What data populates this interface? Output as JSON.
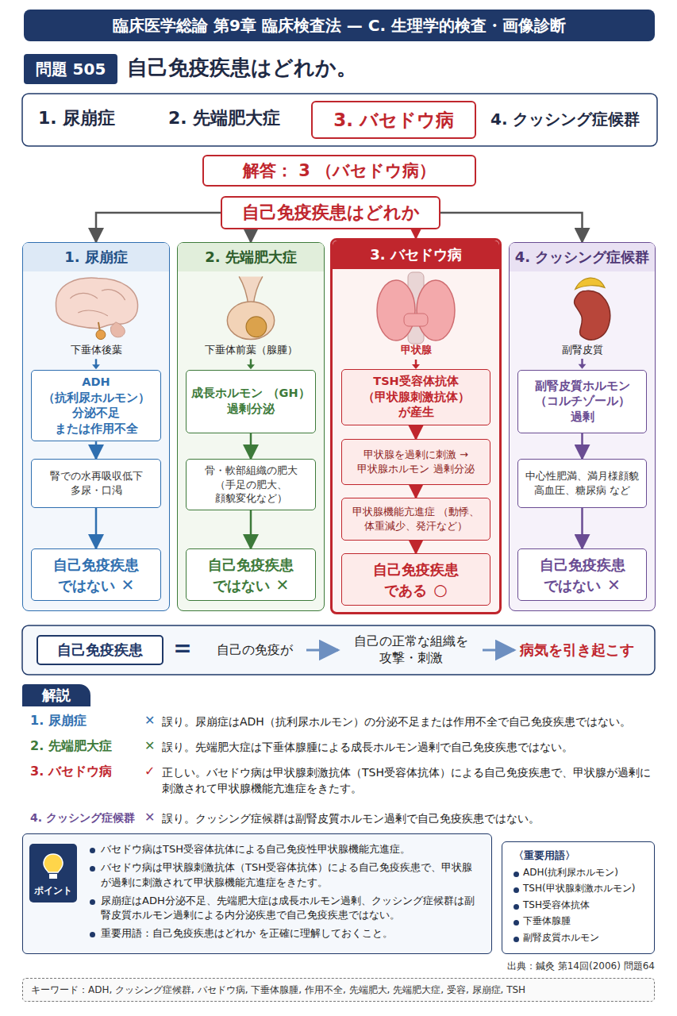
{
  "diagram": {
    "title": "臨床医学総論 第9章 臨床検査法 — C. 生理学的検査・画像診断",
    "nodes": [
      {
        "text": [
          "問題 505"
        ]
      },
      {
        "text": [
          "3. バセドウ病"
        ]
      },
      {
        "text": [
          "解答： 3 （バセドウ病）"
        ]
      },
      {
        "text": [
          "自己免疫疾患はどれか"
        ]
      },
      {
        "text": [
          "1. 尿崩症"
        ]
      },
      {
        "text": [
          "ADH （抗利尿ホルモン） 分泌不足 または作用不全"
        ],
        "in": 4
      },
      {
        "text": [
          "腎での水再吸収低下 多尿・口渇"
        ],
        "in": 4
      },
      {
        "text": [
          "自己免疫疾患 ではない",
          "✕"
        ],
        "in": 4
      },
      {
        "text": [
          "2. 先端肥大症"
        ]
      },
      {
        "text": [
          "成長ホルモン （GH） 過剰分泌"
        ],
        "in": 8
      },
      {
        "text": [
          "骨・軟部組織の肥大 （手足の肥大、顔貌変化など）"
        ],
        "in": 8
      },
      {
        "text": [
          "自己免疫疾患 ではない",
          "✕"
        ],
        "in": 8
      },
      {
        "text": [
          "3. バセドウ病"
        ]
      },
      {
        "text": [
          "TSH受容体抗体 （甲状腺刺激抗体） が産生"
        ],
        "in": 12
      },
      {
        "text": [
          "甲状腺を過剰に刺激 → 甲状腺ホルモン 過剰分泌"
        ],
        "in": 12
      },
      {
        "text": [
          "甲状腺機能亢進症 （動悸、体重減少、発汗など）"
        ],
        "in": 12
      },
      {
        "text": [
          "自己免疫疾患 である",
          "○"
        ],
        "in": 12
      },
      {
        "text": [
          "4. クッシング症候群"
        ]
      },
      {
        "text": [
          "副腎皮質ホルモン （コルチゾール） 過剰"
        ],
        "in": 17
      },
      {
        "text": [
          "中心性肥満、満月様顔貌 高血圧、糖尿病 など"
        ],
        "in": 17
      },
      {
        "text": [
          "自己免疫疾患 ではない",
          "✕"
        ],
        "in": 17
      },
      {
        "text": [
          "自己免疫疾患"
        ]
      },
      {
        "text": [
          "解説"
        ]
      },
      {
        "text": [
          "バセドウ病はTSH受容体抗体による自己免疫性甲状腺機能亢進症。",
          "バセドウ病は甲状腺刺激抗体（TSH受容体抗体）による自己免疫疾患で、甲状腺が過剰に刺激されて甲状腺機能亢進症をきたす。",
          "尿崩症はADH分泌不足、先端肥大症は成長ホルモン過剰、クッシング症候群は副腎皮質ホルモン過剰による内分泌疾患で自己免疫疾患ではない。",
          "重要用語：自己免疫疾患はどれか を正確に理解しておくこと。"
        ]
      },
      {
        "text": [
          "ポイント"
        ],
        "in": 23
      },
      {
        "text": [
          "〈重要用語〉",
          "ADH(抗利尿ホルモン)",
          "TSH(甲状腺刺激ホルモン)",
          "TSH受容体抗体",
          "下垂体腺腫",
          "副腎皮質ホルモン"
        ]
      },
      {
        "text": [
          "キーワード：ADH, クッシング症候群, バセドウ病, 下垂体腺腫, 作用不全, 先端肥大, 先端肥大症, 受容, 尿崩症, TSH"
        ]
      }
    ],
    "edges": [
      {
        "from": 3,
        "to": 4,
        "arrow": "to"
      },
      {
        "from": 3,
        "to": 8,
        "arrow": "to"
      },
      {
        "from": 3,
        "to": 12,
        "arrow": "to"
      },
      {
        "from": 3,
        "to": 17,
        "arrow": "to"
      },
      {
        "from": 5,
        "to": 6,
        "arrow": "to"
      },
      {
        "from": 6,
        "to": 7,
        "arrow": "to"
      },
      {
        "from": 9,
        "to": 10,
        "arrow": "to"
      },
      {
        "from": 10,
        "to": 11,
        "arrow": "to"
      },
      {
        "from": 13,
        "to": 14,
        "arrow": "to"
      },
      {
        "from": 14,
        "to": 15,
        "arrow": "to"
      },
      {
        "from": 15,
        "to": 16,
        "arrow": "to"
      },
      {
        "from": 18,
        "to": 19,
        "arrow": "to"
      },
      {
        "from": 19,
        "to": 20,
        "arrow": "to"
      }
    ],
    "labels": [
      "自己免疫疾患はどれか。",
      "1. 尿崩症",
      "2. 先端肥大症",
      "4. クッシング症候群",
      "下垂体後葉",
      "下垂体前葉（腺腫）",
      "甲状腺",
      "副腎皮質",
      "=",
      "自己の免疫が",
      "自己の正常な組織を 攻撃・刺激",
      "病気を引き起こす",
      "1. 尿崩症",
      "✕",
      "誤り。尿崩症はADH（抗利尿ホルモン）の分泌不足または作用不全で自己免疫疾患ではない。",
      "2. 先端肥大症",
      "✕",
      "誤り。先端肥大症は下垂体腺腫による成長ホルモン過剰で自己免疫疾患ではない。",
      "3. バセドウ病",
      "✓",
      "正しい。バセドウ病は甲状腺刺激抗体（TSH受容体抗体）による自己免疫疾患で、甲状腺が過剰に刺激されて甲状腺機能亢進症をきたす。",
      "4. クッシング症候群",
      "✕",
      "誤り。クッシング症候群は副腎皮質ホルモン過剰で自己免疫疾患ではない。",
      "出典：鍼灸 第14回(2006) 問題64"
    ]
  }
}
